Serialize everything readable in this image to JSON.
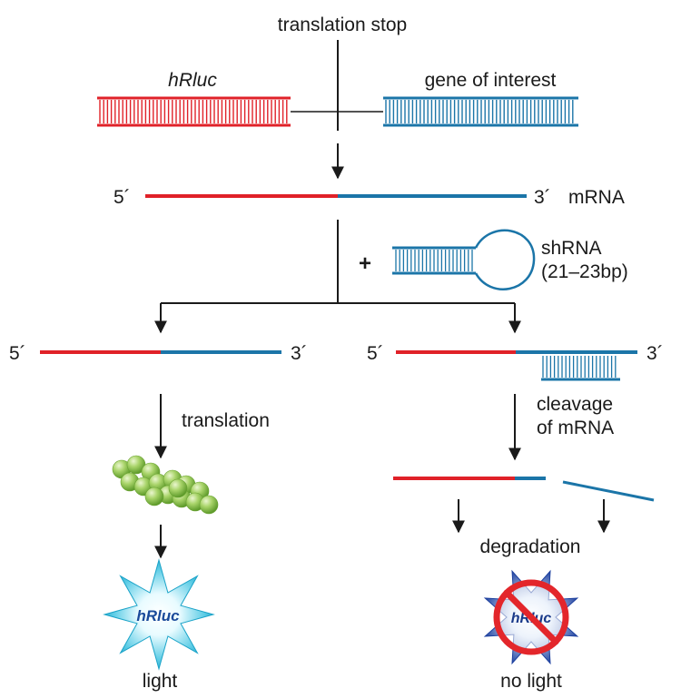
{
  "labels": {
    "translation_stop": "translation stop",
    "hrluc_gene": "hRluc",
    "gene_of_interest": "gene of interest",
    "five_prime": "5´",
    "three_prime": "3´",
    "mrna": "mRNA",
    "plus": "+",
    "shrna_line1": "shRNA",
    "shrna_line2": "(21–23bp)",
    "translation": "translation",
    "cleavage_line1": "cleavage",
    "cleavage_line2": "of mRNA",
    "degradation": "degradation",
    "hrluc_star": "hRluc",
    "light": "light",
    "no_light": "no light"
  },
  "colors": {
    "hrluc_red": "#e02128",
    "gene_blue": "#1b75a8",
    "arrow": "#1a1a1a",
    "protein_green": "#8cc63f",
    "star_cyan": "#2ab8d8",
    "star_blue": "#1c3f9e",
    "no_sign_red": "#e3262b"
  },
  "icons": {
    "protein": "protein-bead-cluster-icon",
    "light_star": "light-burst-star-icon",
    "no_light": "no-sign-icon"
  }
}
